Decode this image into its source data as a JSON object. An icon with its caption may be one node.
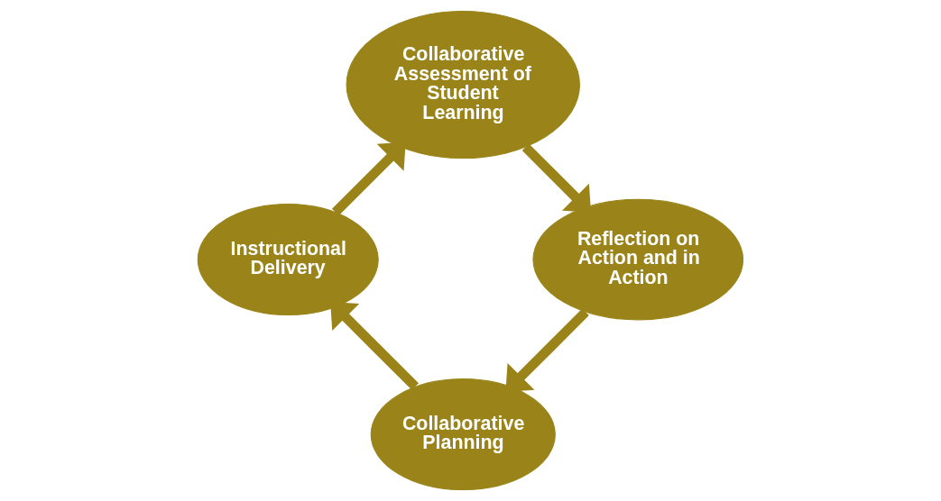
{
  "diagram": {
    "nodes": [
      {
        "text": [
          "Collaborative Planning"
        ]
      },
      {
        "text": [
          "Instructional Delivery"
        ]
      },
      {
        "text": [
          "Collaborative Assessment of Student Learning"
        ]
      },
      {
        "text": [
          "Reflection on Action and in Action"
        ]
      }
    ],
    "edges": [
      {
        "from": 0,
        "to": 1,
        "arrow": "to"
      },
      {
        "from": 1,
        "to": 2,
        "arrow": "to"
      },
      {
        "from": 2,
        "to": 3,
        "arrow": "to"
      },
      {
        "from": 3,
        "to": 0,
        "arrow": "to"
      }
    ]
  }
}
